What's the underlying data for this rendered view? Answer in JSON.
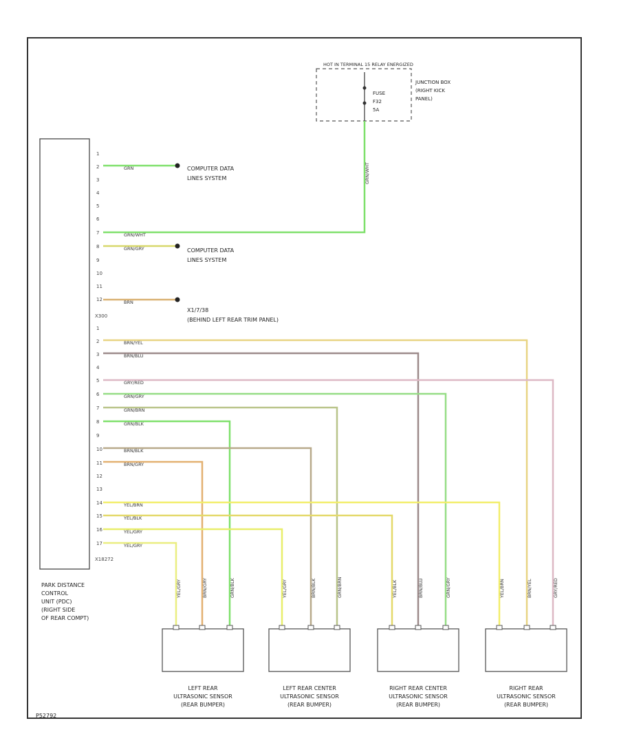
{
  "colors": {
    "grn": "#7ee06a",
    "yel": "#f2ee6a",
    "brn_yel": "#e8d482",
    "brn_blu": "#9c8a8a",
    "gry_red": "#ddb8c4",
    "brn": "#d9c088",
    "brn_grn": "#b9c48a",
    "orange_brn": "#e3b070",
    "frame": "#333333"
  },
  "source": {
    "hot_label": "HOT IN TERMINAL 15 RELAY ENERGIZED",
    "jbox_label": [
      "JUNCTION BOX",
      "(RIGHT KICK",
      "PANEL)"
    ],
    "fuse_label": [
      "FUSE",
      "F32",
      "5A"
    ],
    "fuse_wire_label": "GRN/WHT"
  },
  "module": {
    "name_lines": [
      "PARK DISTANCE",
      "CONTROL",
      "UNIT (PDC)",
      "(RIGHT SIDE",
      "OF REAR COMPT)"
    ],
    "connector_top": "X300",
    "connector_bottom": "X18272",
    "top_pins": [
      "1",
      "2",
      "3",
      "4",
      "5",
      "6",
      "7",
      "8",
      "9",
      "10",
      "11",
      "12"
    ],
    "bottom_pins": [
      "1",
      "2",
      "3",
      "4",
      "5",
      "6",
      "7",
      "8",
      "9",
      "10",
      "11",
      "12",
      "13",
      "14",
      "15",
      "16",
      "17"
    ]
  },
  "connections": {
    "can1": [
      "COMPUTER DATA",
      "LINES SYSTEM"
    ],
    "can2": [
      "COMPUTER DATA",
      "LINES SYSTEM"
    ],
    "ground": [
      "X1/7/38",
      "(BEHIND LEFT REAR TRIM PANEL)"
    ]
  },
  "wires": {
    "pin2_top": "GRN",
    "pin7_top": "GRN/WHT",
    "pin8_top": "GRN/GRY",
    "pin12_top": "BRN",
    "b2": "BRN/YEL",
    "b3": "BRN/BLU",
    "b5": "GRY/RED",
    "b6": "GRN/GRY",
    "b7": "GRN/BRN",
    "b8": "GRN/BLK",
    "b10": "BRN/BLK",
    "b11": "BRN/GRY",
    "b14": "YEL/BRN",
    "b15": "YEL/BLK",
    "b16": "YEL/GRY",
    "b17": "YEL/GRY"
  },
  "sensors": [
    {
      "label": [
        "LEFT REAR",
        "ULTRASONIC SENSOR",
        "(REAR BUMPER)"
      ],
      "wires": [
        "YEL/GRY",
        "BRN/GRY",
        "GRN/BLK"
      ]
    },
    {
      "label": [
        "LEFT REAR CENTER",
        "ULTRASONIC SENSOR",
        "(REAR BUMPER)"
      ],
      "wires": [
        "YEL/GRY",
        "BRN/BLK",
        "GRN/BRN"
      ]
    },
    {
      "label": [
        "RIGHT REAR CENTER",
        "ULTRASONIC SENSOR",
        "(REAR BUMPER)"
      ],
      "wires": [
        "YEL/BLK",
        "BRN/BLU",
        "GRN/GRY"
      ]
    },
    {
      "label": [
        "RIGHT REAR",
        "ULTRASONIC SENSOR",
        "(REAR BUMPER)"
      ],
      "wires": [
        "YEL/BRN",
        "BRN/YEL",
        "GRY/RED"
      ]
    }
  ],
  "figure_id": "P52792"
}
